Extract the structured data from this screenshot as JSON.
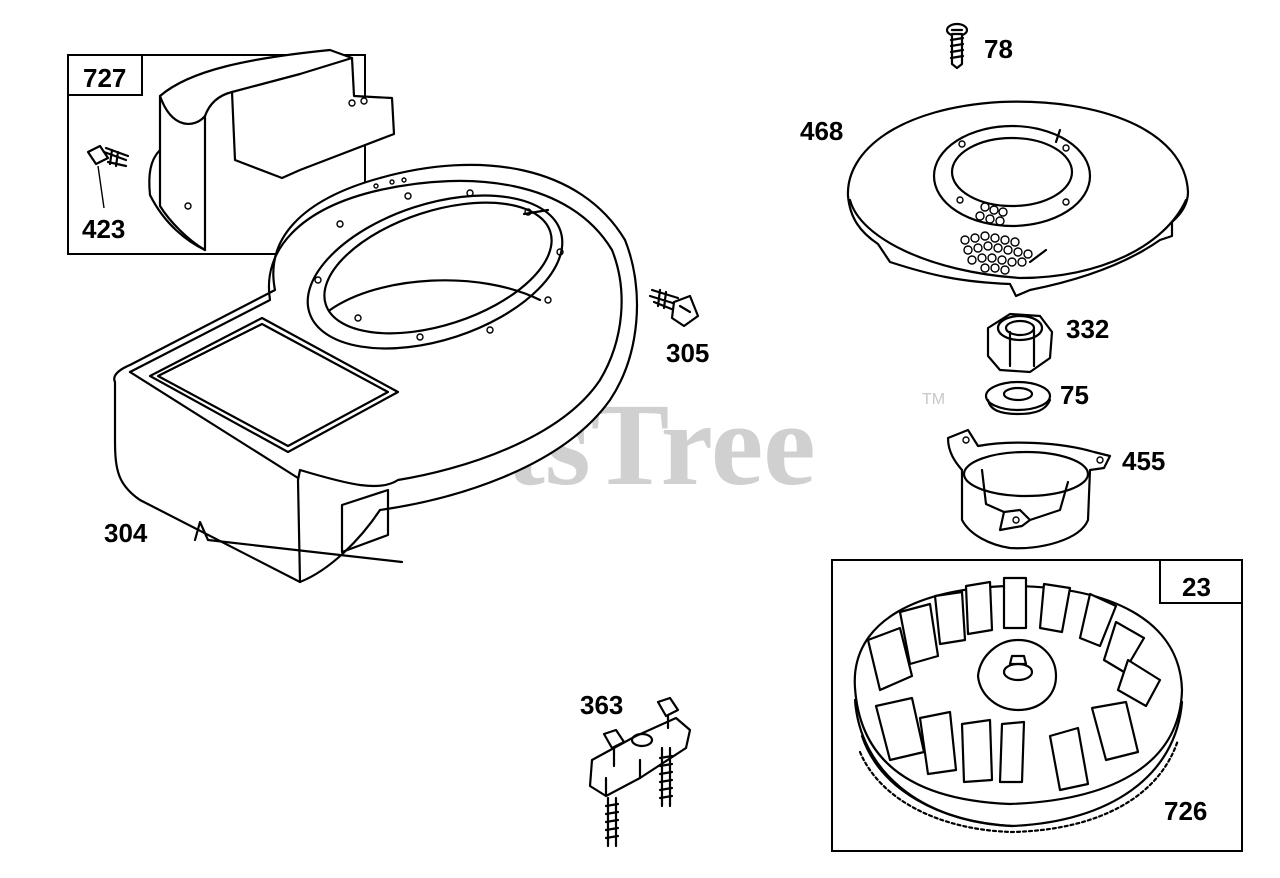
{
  "watermark": {
    "text": "PartsTree",
    "trademark": "TM"
  },
  "callouts": {
    "c727": "727",
    "c423": "423",
    "c304": "304",
    "c305": "305",
    "c78": "78",
    "c468": "468",
    "c332": "332",
    "c75": "75",
    "c455": "455",
    "c23": "23",
    "c726": "726",
    "c363": "363"
  }
}
